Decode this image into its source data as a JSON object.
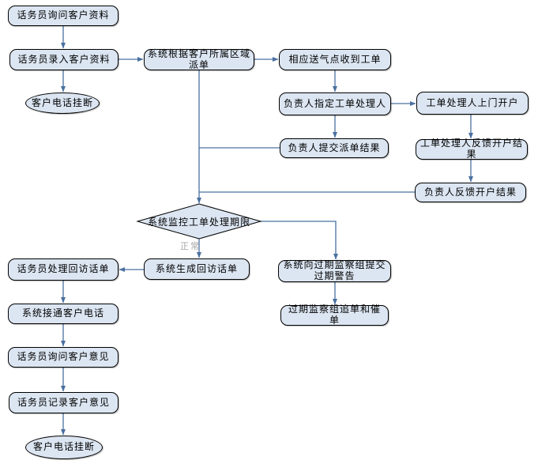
{
  "diagram": {
    "title": "customer-service gas work-order flowchart",
    "colors": {
      "background": "#ffffff",
      "node_fill": "#dce6f2",
      "node_border": "#000000",
      "connector": "#4a70a0",
      "branch_label_color": "#a6a6a6"
    },
    "nodes": {
      "ask_customer_info": {
        "type": "process",
        "label": "话务员询问客户资料"
      },
      "enter_customer_info": {
        "type": "process",
        "label": "话务员录入客户资料"
      },
      "hangup_top": {
        "type": "terminator",
        "label": "客户电话挂断"
      },
      "dispatch_by_region": {
        "type": "process",
        "label": "系统根据客户所属区域派单"
      },
      "station_receive_order": {
        "type": "process",
        "label": "相应送气点收到工单"
      },
      "assign_handler": {
        "type": "process",
        "label": "负责人指定工单处理人"
      },
      "handler_visit_open": {
        "type": "process",
        "label": "工单处理人上门开户"
      },
      "submit_dispatch_result": {
        "type": "process",
        "label": "负责人提交派单结果"
      },
      "handler_feedback_result": {
        "type": "process",
        "label": "工单处理人反馈开户结果"
      },
      "manager_feedback_result": {
        "type": "process",
        "label": "负责人反馈开户结果"
      },
      "monitor_deadline": {
        "type": "decision",
        "label": "系统监控工单处理期限"
      },
      "handle_callback_sheet": {
        "type": "process",
        "label": "话务员处理回访话单"
      },
      "generate_callback_sheet": {
        "type": "process",
        "label": "系统生成回访话单"
      },
      "submit_overdue_warning": {
        "type": "process",
        "label": "系统向过期监察组提交过期警告"
      },
      "overdue_group_chase": {
        "type": "process",
        "label": "过期监察组追单和催单"
      },
      "connect_customer_call": {
        "type": "process",
        "label": "系统接通客户电话"
      },
      "ask_customer_opinion": {
        "type": "process",
        "label": "话务员询问客户意见"
      },
      "record_customer_opinion": {
        "type": "process",
        "label": "话务员记录客户意见"
      },
      "hangup_bottom": {
        "type": "terminator",
        "label": "客户电话挂断"
      }
    },
    "labels": {
      "normal": "正常"
    }
  }
}
